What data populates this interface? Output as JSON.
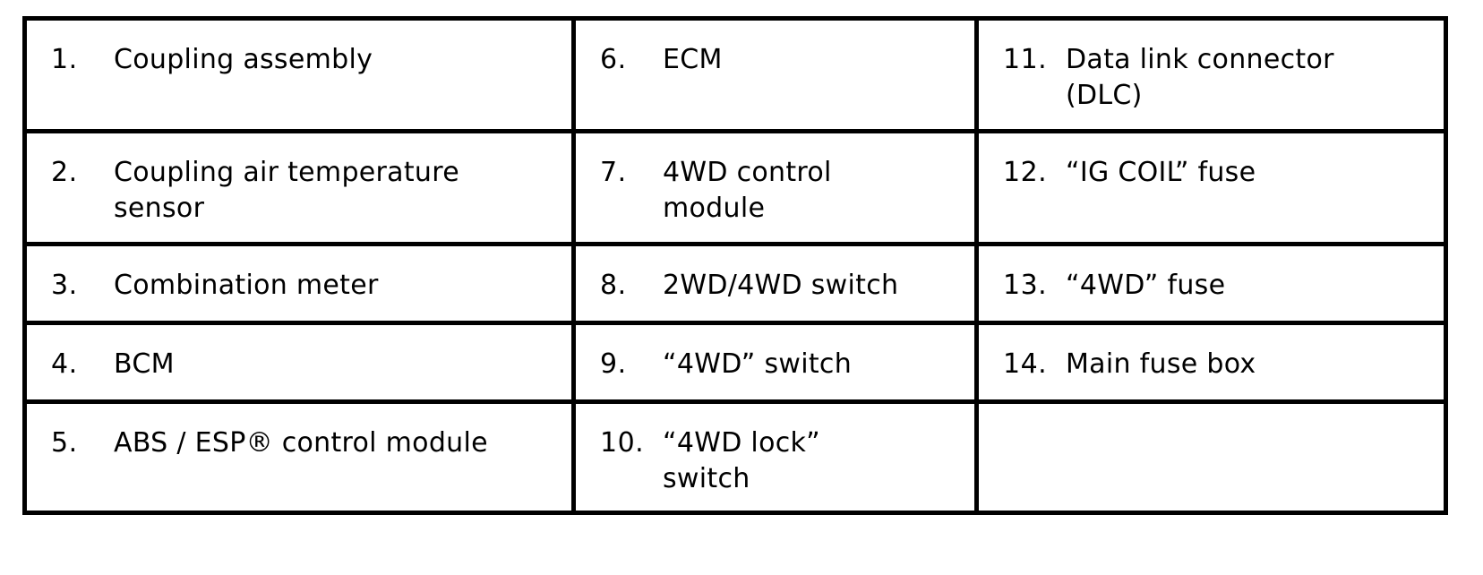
{
  "table": {
    "columns": 3,
    "rows": 5,
    "border_color": "#000000",
    "background_color": "#ffffff",
    "text_color": "#000000",
    "cells": [
      [
        {
          "number": "1.",
          "label": "Coupling assembly"
        },
        {
          "number": "6.",
          "label": "ECM"
        },
        {
          "number": "11.",
          "label": "Data link connector\n(DLC)"
        }
      ],
      [
        {
          "number": "2.",
          "label": "Coupling air temperature\nsensor"
        },
        {
          "number": "7.",
          "label": "4WD control\nmodule"
        },
        {
          "number": "12.",
          "label": "“IG COIL” fuse"
        }
      ],
      [
        {
          "number": "3.",
          "label": "Combination meter"
        },
        {
          "number": "8.",
          "label": "2WD/4WD switch"
        },
        {
          "number": "13.",
          "label": "“4WD” fuse"
        }
      ],
      [
        {
          "number": "4.",
          "label": "BCM"
        },
        {
          "number": "9.",
          "label": "“4WD” switch"
        },
        {
          "number": "14.",
          "label": "Main fuse box"
        }
      ],
      [
        {
          "number": "5.",
          "label": "ABS / ESP® control module"
        },
        {
          "number": "10.",
          "label": "“4WD lock”\nswitch"
        },
        {
          "number": "",
          "label": ""
        }
      ]
    ]
  }
}
